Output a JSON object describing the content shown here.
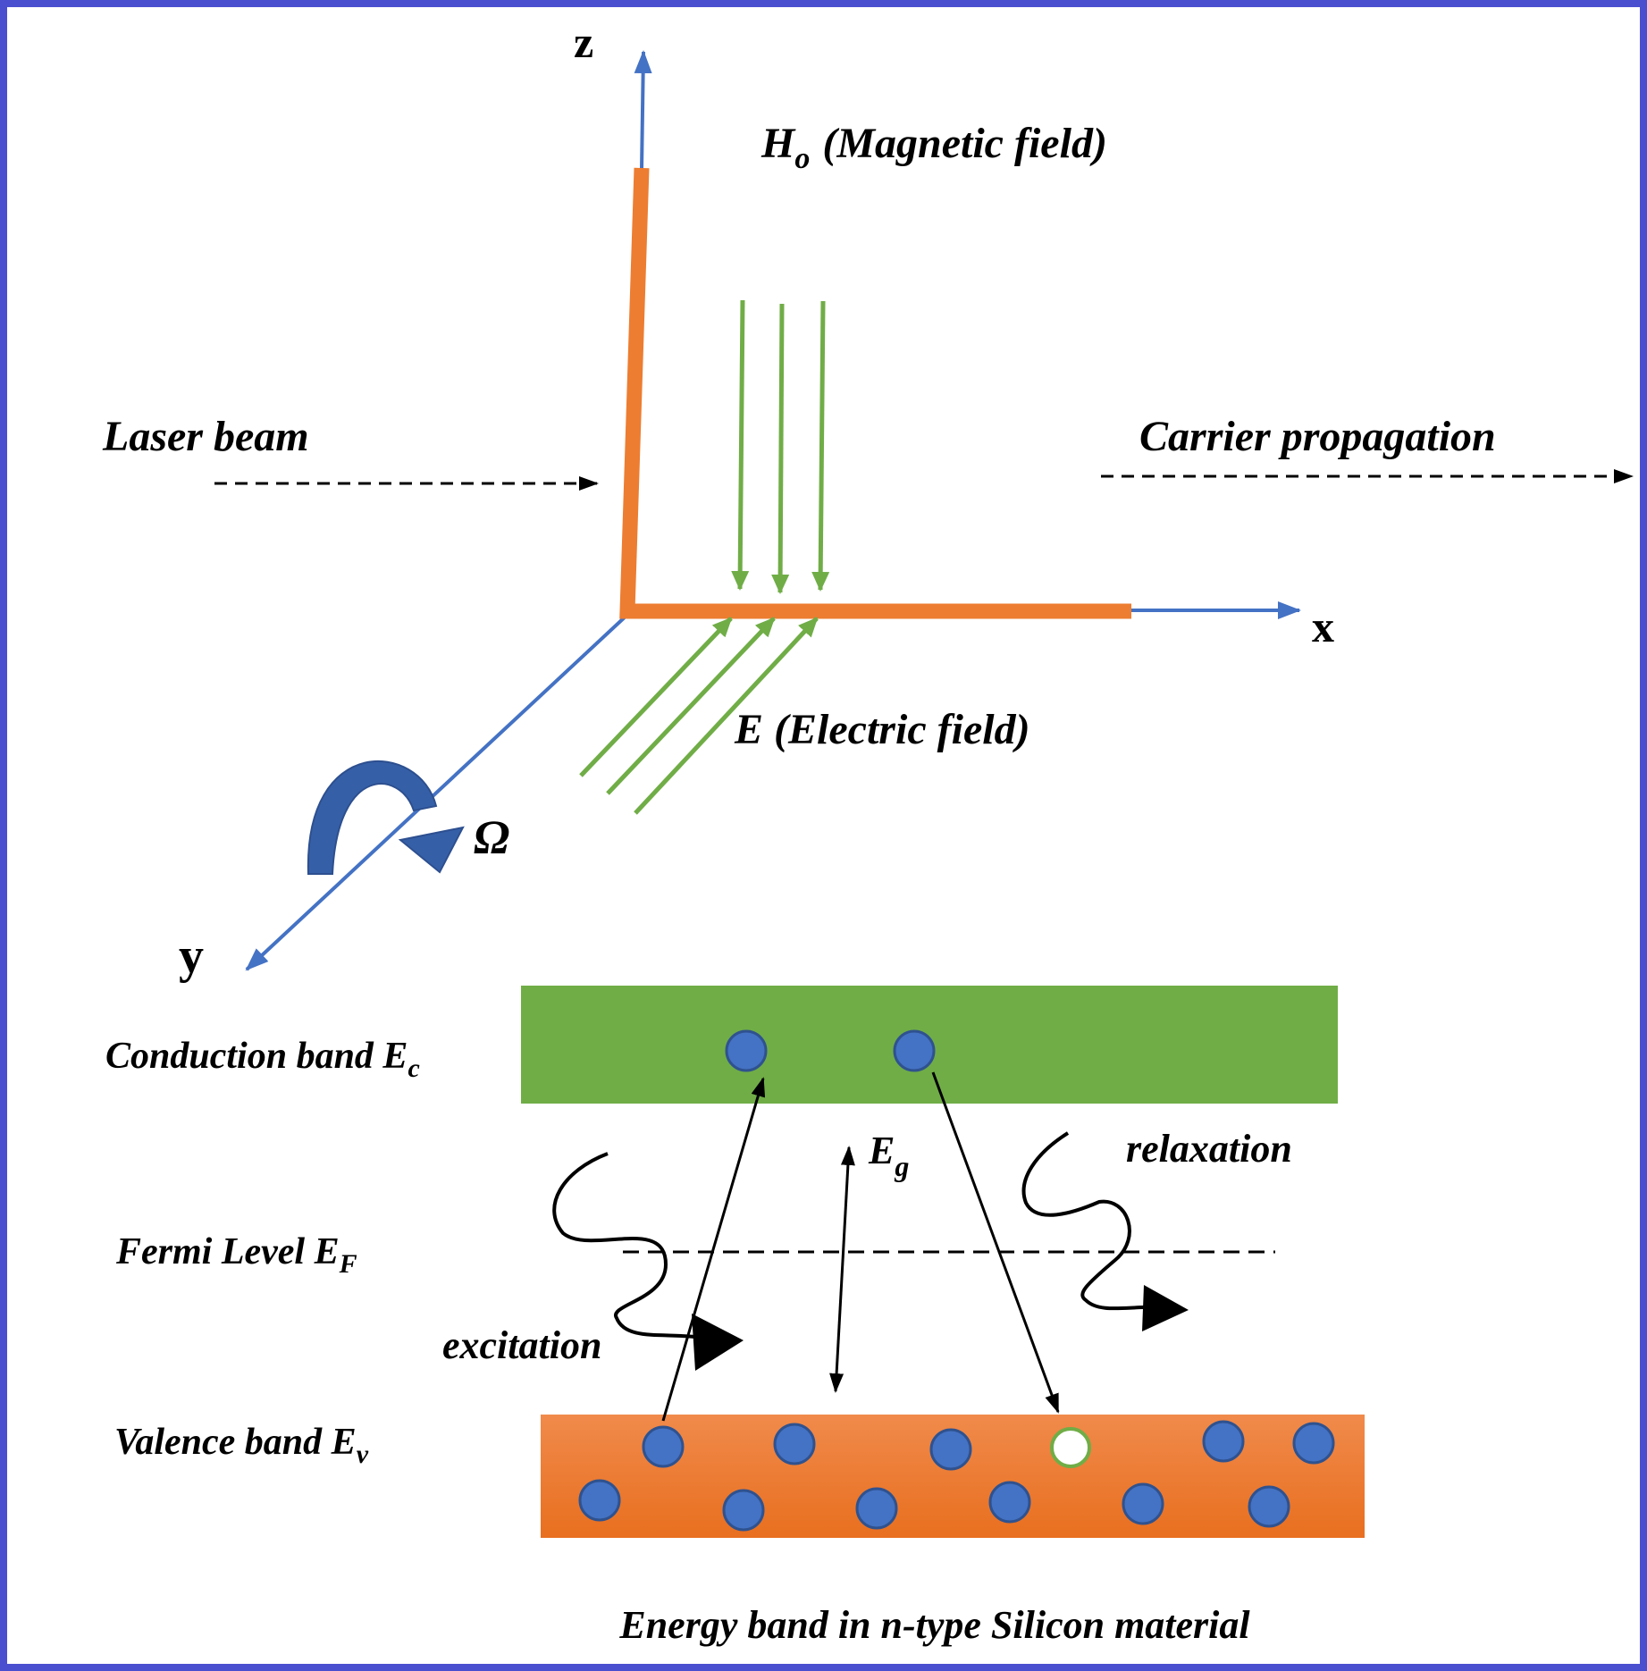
{
  "axes": {
    "z_label": "z",
    "x_label": "x",
    "y_label": "y"
  },
  "labels": {
    "magnetic_field_symbol": "H",
    "magnetic_field_subscript": "o",
    "magnetic_field_text": "(Magnetic field)",
    "electric_field": "E (Electric field)",
    "laser_beam": "Laser beam",
    "carrier_propagation": "Carrier propagation",
    "rotation_symbol": "Ω"
  },
  "band_diagram": {
    "conduction_band_text": "Conduction band E",
    "conduction_band_subscript": "c",
    "fermi_level_text": "Fermi Level E",
    "fermi_level_subscript": "F",
    "valence_band_text": "Valence band E",
    "valence_band_subscript": "v",
    "gap_symbol": "E",
    "gap_subscript": "g",
    "excitation": "excitation",
    "relaxation": "relaxation",
    "caption": "Energy band in n-type Silicon material"
  },
  "colors": {
    "frame": "#4a4fd0",
    "axis": "#4472c4",
    "orange": "#ed7d31",
    "green": "#70ad47",
    "electron": "#4472c4",
    "electron_stroke": "#2f528f",
    "hole_stroke": "#70ad47",
    "rotation_arrow": "#3560a8"
  }
}
